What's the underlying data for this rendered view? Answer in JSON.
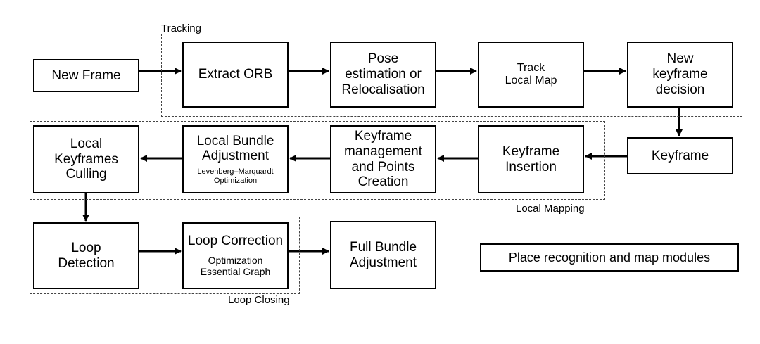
{
  "groups": {
    "tracking": "Tracking",
    "local_mapping": "Local Mapping",
    "loop_closing": "Loop Closing"
  },
  "nodes": {
    "new_frame": "New Frame",
    "extract_orb": "Extract ORB",
    "pose_estimation": [
      "Pose",
      "estimation or",
      "Relocalisation"
    ],
    "track_local_map": [
      "Track",
      "Local Map"
    ],
    "new_keyframe_decision": [
      "New",
      "keyframe",
      "decision"
    ],
    "keyframe": "Keyframe",
    "keyframe_insertion": [
      "Keyframe",
      "Insertion"
    ],
    "keyframe_management": [
      "Keyframe",
      "management",
      "and Points",
      "Creation"
    ],
    "local_bundle_adjustment": {
      "title": [
        "Local Bundle",
        "Adjustment"
      ],
      "sub": [
        "Levenberg–Marquardt",
        "Optimization"
      ]
    },
    "local_keyframes_culling": [
      "Local",
      "Keyframes",
      "Culling"
    ],
    "loop_detection": [
      "Loop",
      "Detection"
    ],
    "loop_correction": {
      "title": "Loop Correction",
      "sub": [
        "Optimization",
        "Essential Graph"
      ]
    },
    "full_bundle_adjustment": [
      "Full Bundle",
      "Adjustment"
    ]
  },
  "legend": "Place recognition and map modules"
}
